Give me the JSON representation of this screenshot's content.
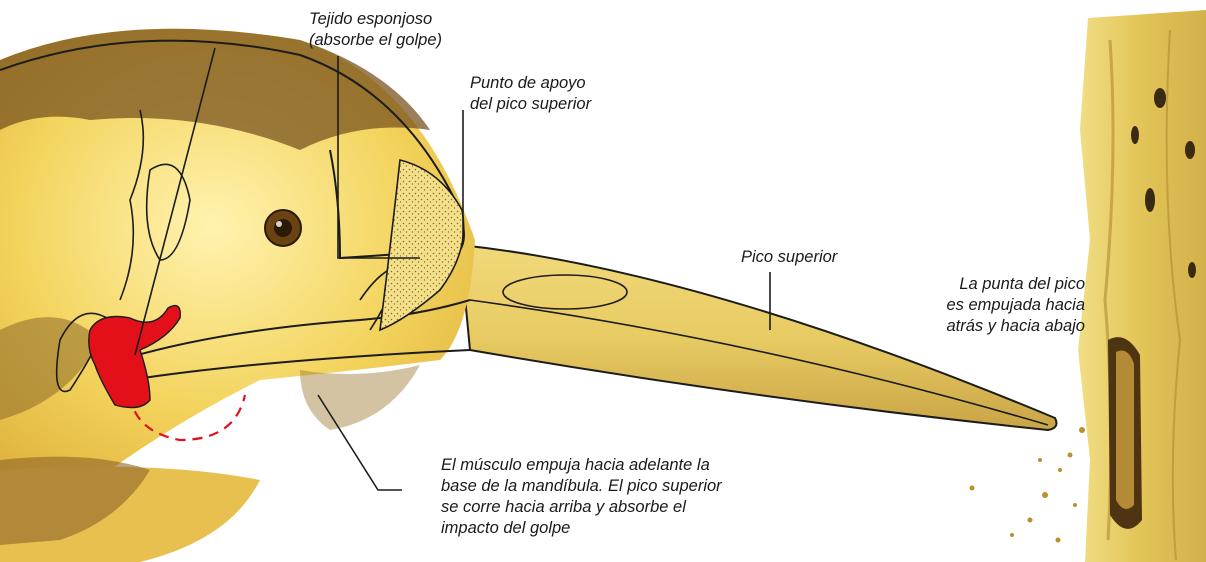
{
  "labels": {
    "tejido_esponjoso": "Tejido esponjoso\n(absorbe el golpe)",
    "punto_apoyo": "Punto de apoyo\ndel pico superior",
    "pico_superior": "Pico superior",
    "punta_pico": "La punta del pico\nes empujada hacia\natrás y hacia abajo",
    "musculo": "El músculo empuja hacia adelante la\nbase de la mandíbula. El pico superior\nse corre hacia arriba y absorbe el\nimpacto del golpe"
  },
  "colors": {
    "plumage_yellow": "#f4d65a",
    "plumage_brown": "#7a5420",
    "beak": "#e9cd6c",
    "muscle_red": "#e3101a",
    "wood": "#e8d06a",
    "outline": "#1c1c1c"
  }
}
